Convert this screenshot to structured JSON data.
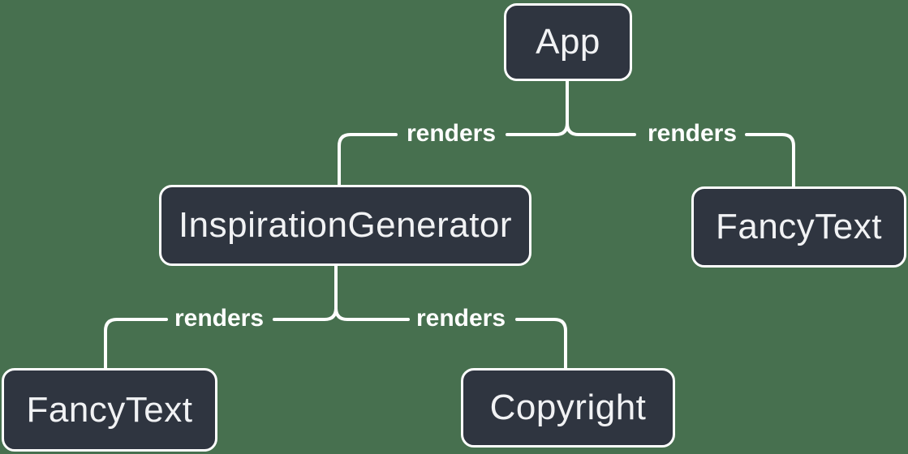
{
  "diagram": {
    "type": "tree",
    "colors": {
      "background": "#47704F",
      "node_fill": "#2F3540",
      "node_border": "#FFFFFF",
      "node_text": "#F1F2F4",
      "edge_line": "#FFFFFF",
      "edge_label_text": "#FFFFFF"
    },
    "nodes": [
      {
        "id": "app",
        "label": "App"
      },
      {
        "id": "inspiration-generator",
        "label": "InspirationGenerator"
      },
      {
        "id": "fancy-text-top",
        "label": "FancyText"
      },
      {
        "id": "fancy-text-bottom",
        "label": "FancyText"
      },
      {
        "id": "copyright",
        "label": "Copyright"
      }
    ],
    "edges": [
      {
        "from": "App",
        "to": "InspirationGenerator",
        "label": "renders"
      },
      {
        "from": "App",
        "to": "FancyText",
        "label": "renders"
      },
      {
        "from": "InspirationGenerator",
        "to": "FancyText",
        "label": "renders"
      },
      {
        "from": "InspirationGenerator",
        "to": "Copyright",
        "label": "renders"
      }
    ]
  }
}
